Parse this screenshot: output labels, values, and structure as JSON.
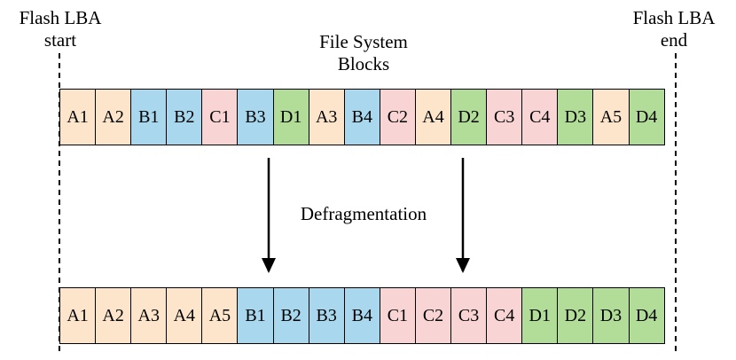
{
  "labels": {
    "lba_start_line1": "Flash LBA",
    "lba_start_line2": "start",
    "lba_end_line1": "Flash LBA",
    "lba_end_line2": "end",
    "fs_line1": "File System",
    "fs_line2": "Blocks",
    "defrag": "Defragmentation"
  },
  "colors": {
    "A": "#fde5cc",
    "B": "#a9d8ee",
    "C": "#f8d4d4",
    "D": "#b1dd99"
  },
  "rows": {
    "before": [
      "A1",
      "A2",
      "B1",
      "B2",
      "C1",
      "B3",
      "D1",
      "A3",
      "B4",
      "C2",
      "A4",
      "D2",
      "C3",
      "C4",
      "D3",
      "A5",
      "D4"
    ],
    "after": [
      "A1",
      "A2",
      "A3",
      "A4",
      "A5",
      "B1",
      "B2",
      "B3",
      "B4",
      "C1",
      "C2",
      "C3",
      "C4",
      "D1",
      "D2",
      "D3",
      "D4"
    ]
  }
}
